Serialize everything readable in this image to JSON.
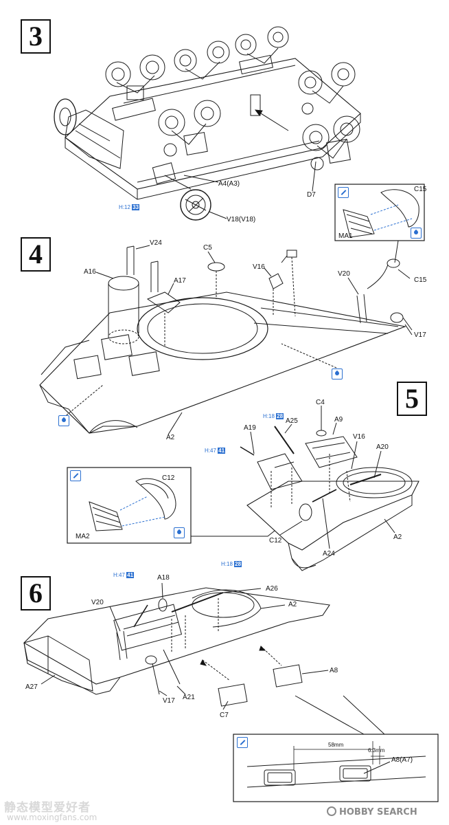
{
  "steps": {
    "s3": "3",
    "s4": "4",
    "s5": "5",
    "s6": "6"
  },
  "step3": {
    "labels": {
      "a4": "A4(A3)",
      "d7": "D7",
      "v18": "V18(V18)"
    },
    "ref": {
      "prefix": "H",
      "page": "12",
      "num": "33"
    },
    "inset": {
      "c15": "C15",
      "ma1": "MA1",
      "tool_icon": "cement-icon",
      "drop_icon": "drop-icon"
    }
  },
  "step4": {
    "labels": {
      "v24": "V24",
      "c5": "C5",
      "a16": "A16",
      "a17": "A17",
      "v16": "V16",
      "v20": "V20",
      "c15": "C15",
      "v17": "V17",
      "a2": "A2"
    },
    "inset": {
      "c12": "C12",
      "ma2": "MA2",
      "tool_icon": "cement-icon",
      "drop_icon": "drop-icon"
    },
    "markers": {
      "drill_down": "drill-hole-icon",
      "drill_up": "open-hole-icon"
    }
  },
  "step5": {
    "labels": {
      "c4": "C4",
      "a25": "A25",
      "a9": "A9",
      "a19": "A19",
      "v16": "V16",
      "a20": "A20",
      "c12": "C12",
      "a24": "A24",
      "a2": "A2"
    },
    "ref1": {
      "prefix": "H",
      "page": "18",
      "num": "28"
    },
    "ref2": {
      "prefix": "H",
      "page": "47",
      "num": "41"
    }
  },
  "step6": {
    "labels": {
      "a18": "A18",
      "a26": "A26",
      "a2": "A2",
      "v20": "V20",
      "a27": "A27",
      "v17": "V17",
      "a21": "A21",
      "a8": "A8",
      "c7": "C7"
    },
    "ref1": {
      "prefix": "H",
      "page": "47",
      "num": "41"
    },
    "ref2": {
      "prefix": "H",
      "page": "18",
      "num": "28"
    },
    "inset": {
      "dim1": "58mm",
      "dim2": "6.3mm",
      "a8": "A8(A7)",
      "tool_icon": "cement-icon"
    }
  },
  "watermarks": {
    "left": "静态模型爱好者",
    "url": "www.moxingfans.com",
    "right": "HOBBY SEARCH"
  }
}
